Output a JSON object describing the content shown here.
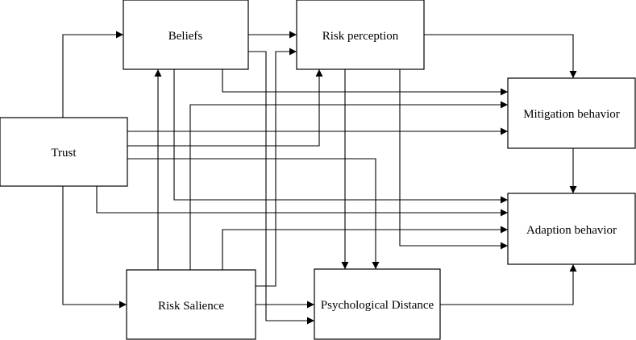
{
  "nodes": {
    "beliefs": {
      "label": "Beliefs"
    },
    "risk_perception": {
      "label": "Risk perception"
    },
    "trust": {
      "label": "Trust"
    },
    "mitigation_behavior": {
      "label": "Mitigation behavior"
    },
    "adaption_behavior": {
      "label": "Adaption behavior"
    },
    "risk_salience": {
      "label": "Risk Salience"
    },
    "psychological_distance": {
      "label": "Psychological Distance"
    }
  },
  "edges": [
    {
      "from": "trust",
      "to": "beliefs"
    },
    {
      "from": "trust",
      "to": "risk_salience"
    },
    {
      "from": "trust",
      "to": "mitigation_behavior"
    },
    {
      "from": "trust",
      "to": "risk_perception"
    },
    {
      "from": "trust",
      "to": "psychological_distance"
    },
    {
      "from": "trust",
      "to": "adaption_behavior"
    },
    {
      "from": "beliefs",
      "to": "risk_perception"
    },
    {
      "from": "beliefs",
      "to": "mitigation_behavior"
    },
    {
      "from": "beliefs",
      "to": "adaption_behavior"
    },
    {
      "from": "beliefs",
      "to": "psychological_distance"
    },
    {
      "from": "risk_perception",
      "to": "mitigation_behavior"
    },
    {
      "from": "risk_perception",
      "to": "psychological_distance"
    },
    {
      "from": "risk_perception",
      "to": "adaption_behavior"
    },
    {
      "from": "risk_salience",
      "to": "beliefs"
    },
    {
      "from": "risk_salience",
      "to": "risk_perception"
    },
    {
      "from": "risk_salience",
      "to": "psychological_distance"
    },
    {
      "from": "risk_salience",
      "to": "mitigation_behavior"
    },
    {
      "from": "risk_salience",
      "to": "adaption_behavior"
    },
    {
      "from": "mitigation_behavior",
      "to": "adaption_behavior"
    },
    {
      "from": "psychological_distance",
      "to": "adaption_behavior"
    }
  ]
}
